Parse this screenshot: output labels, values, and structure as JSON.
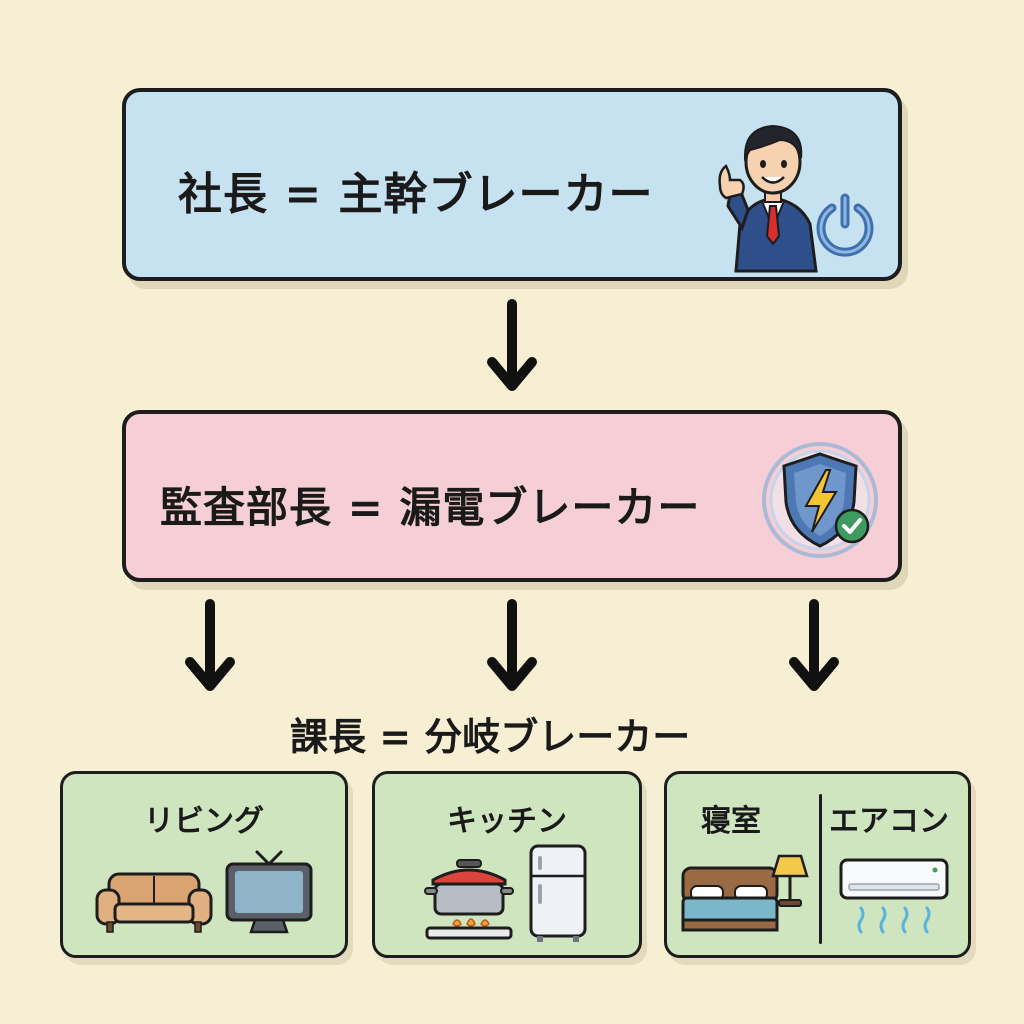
{
  "president": {
    "label": "社長 = 主幹ブレーカー"
  },
  "audit": {
    "label": "監査部長 = 漏電ブレーカー"
  },
  "manager": {
    "label": "課長 = 分岐ブレーカー"
  },
  "rooms": {
    "living": "リビング",
    "kitchen": "キッチン",
    "bedroom": "寝室",
    "aircon": "エアコン"
  },
  "colors": {
    "background": "#f7efd4",
    "president_box": "#c6e1ef",
    "audit_box": "#f6cfd6",
    "room_box": "#cfe5bf"
  },
  "icons": {
    "president": [
      "businessman-thumbs-up-icon",
      "power-button-icon"
    ],
    "audit": [
      "shield-lightning-check-icon"
    ],
    "living": [
      "sofa-icon",
      "television-icon"
    ],
    "kitchen": [
      "cooking-pot-on-stove-icon",
      "refrigerator-icon"
    ],
    "bedroom": [
      "bed-icon",
      "table-lamp-icon",
      "air-conditioner-icon"
    ]
  }
}
